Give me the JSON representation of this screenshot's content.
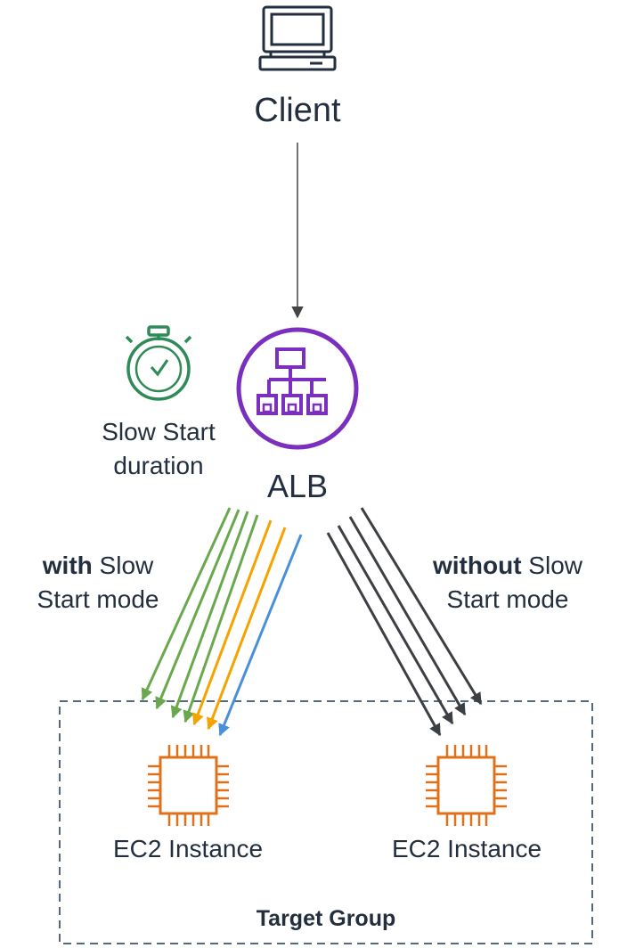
{
  "client": {
    "label": "Client",
    "icon": "desktop-computer-icon"
  },
  "alb": {
    "label": "ALB",
    "icon": "application-load-balancer-icon",
    "color": "#7b2fbe"
  },
  "slow_start": {
    "line1": "Slow Start",
    "line2": "duration",
    "icon": "stopwatch-icon",
    "color": "#2e8b57"
  },
  "with_label": {
    "bold": "with",
    "rest1": " Slow",
    "line2": "Start mode"
  },
  "without_label": {
    "bold": "without",
    "rest1": " Slow",
    "line2": "Start mode"
  },
  "instance_left": {
    "label": "EC2 Instance",
    "icon": "ec2-chip-icon"
  },
  "instance_right": {
    "label": "EC2 Instance",
    "icon": "ec2-chip-icon"
  },
  "target_group": {
    "label": "Target Group",
    "border_color": "#556a80"
  },
  "colors": {
    "green": "#6aa84f",
    "orange": "#f4a300",
    "blue": "#4a90d9",
    "dark": "#3c3f44",
    "ec2": "#e0701a"
  }
}
